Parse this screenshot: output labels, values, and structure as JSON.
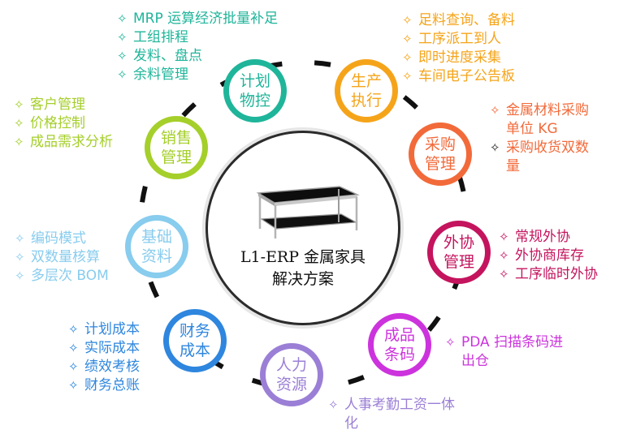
{
  "center": {
    "title_line1": "L1-ERP 金属家具",
    "title_line2": "解决方案"
  },
  "bullet_symbol": "✧",
  "nodes": [
    {
      "id": "plan",
      "lines": [
        "计划",
        "物控"
      ],
      "color": "#1fb59a",
      "items": [
        "MRP 运算经济批量补足",
        "工组排程",
        "发料、盘点",
        "余料管理"
      ]
    },
    {
      "id": "prod",
      "lines": [
        "生产",
        "执行"
      ],
      "color": "#f5a41a",
      "items": [
        "足料查询、备料",
        "工序派工到人",
        "即时进度采集",
        "车间电子公告板"
      ]
    },
    {
      "id": "buy",
      "lines": [
        "采购",
        "管理"
      ],
      "color": "#f26a3a",
      "items": [
        "金属材料采购单位 KG",
        "采购收货双数量"
      ]
    },
    {
      "id": "outsrc",
      "lines": [
        "外协",
        "管理"
      ],
      "color": "#c4145e",
      "items": [
        "常规外协",
        "外协商库存",
        "工序临时外协"
      ]
    },
    {
      "id": "fg",
      "lines": [
        "成品",
        "条码"
      ],
      "color": "#cc33dd",
      "items": [
        "PDA 扫描条码进出仓"
      ]
    },
    {
      "id": "hr",
      "lines": [
        "人力",
        "资源"
      ],
      "color": "#9b7fd6",
      "items": [
        "人事考勤工资一体化"
      ]
    },
    {
      "id": "fin",
      "lines": [
        "财务",
        "成本"
      ],
      "color": "#2e86de",
      "items": [
        "计划成本",
        "实际成本",
        "绩效考核",
        "财务总账"
      ]
    },
    {
      "id": "base",
      "lines": [
        "基础",
        "资料"
      ],
      "color": "#88ccee",
      "items": [
        "编码模式",
        "双数量核算",
        "多层次 BOM"
      ]
    },
    {
      "id": "sales",
      "lines": [
        "销售",
        "管理"
      ],
      "color": "#a5cf2a",
      "items": [
        "客户管理",
        "价格控制",
        "成品需求分析"
      ]
    }
  ]
}
